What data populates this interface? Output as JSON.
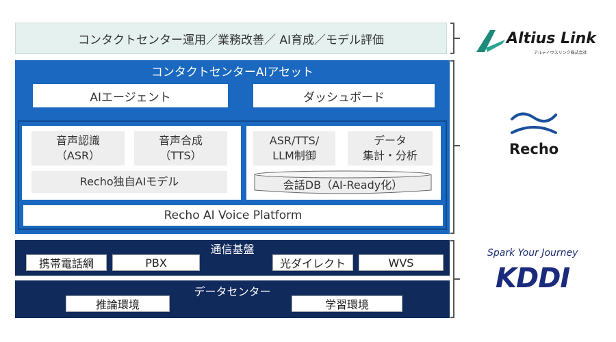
{
  "top_band": {
    "label": "コンタクトセンター運用／業務改善／ AI育成／モデル評価"
  },
  "ai_asset": {
    "title": "コンタクトセンターAIアセット",
    "boxes": {
      "agent": "AIエージェント",
      "dashboard": "ダッシュボード"
    },
    "left_panel": {
      "asr": [
        "音声認識",
        "（ASR）"
      ],
      "tts": [
        "音声合成",
        "（TTS）"
      ],
      "model": "Recho独自AIモデル"
    },
    "right_panel": {
      "control": [
        "ASR/TTS/",
        "LLM制御"
      ],
      "analytics": [
        "データ",
        "集計・分析"
      ],
      "db": "会話DB（AI-Ready化）"
    },
    "platform": "Recho AI Voice Platform"
  },
  "network": {
    "title": "通信基盤",
    "items": [
      "携帯電話網",
      "PBX",
      "光ダイレクト",
      "WVS"
    ]
  },
  "datacenter": {
    "title": "データセンター",
    "items": [
      "推論環境",
      "学習環境"
    ]
  },
  "logos": {
    "altius": {
      "name": "Altius Link",
      "sub": "アルティウスリンク株式会社",
      "color": "#1e8a7a"
    },
    "recho": {
      "name": "Recho",
      "color": "#1a4f9c"
    },
    "kddi": {
      "tagline": "Spark Your Journey",
      "name": "KDDI",
      "color": "#1a2a7c"
    }
  }
}
